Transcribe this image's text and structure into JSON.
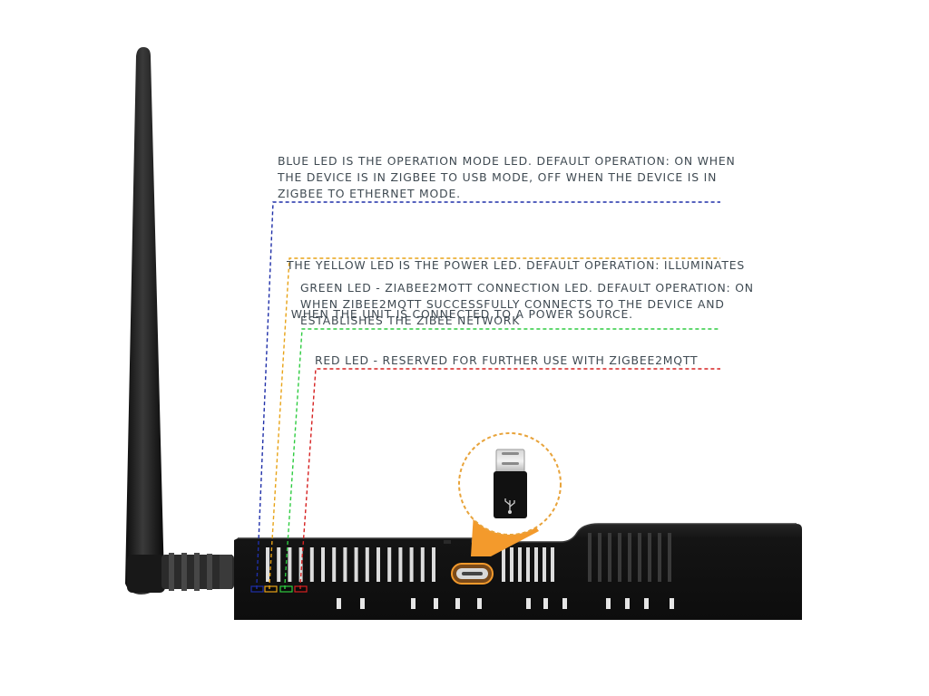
{
  "annotations": [
    {
      "id": "blue",
      "lines": [
        "BLUE LED IS THE OPERATION MODE LED. DEFAULT OPERATION: ON WHEN",
        "THE DEVICE IS IN ZIGBEE TO USB MODE, OFF WHEN THE DEVICE IS IN",
        "ZIGBEE TO ETHERNET MODE."
      ],
      "color": "#1f2fa8"
    },
    {
      "id": "yellow",
      "lines": [
        "THE YELLOW LED IS THE POWER LED. DEFAULT OPERATION: ILLUMINATES",
        " WHEN THE UNIT IS CONNECTED TO A POWER SOURCE."
      ],
      "color": "#e8a317"
    },
    {
      "id": "green",
      "lines": [
        "GREEN LED - ZIABEE2MOTT CONNECTION LED. DEFAULT OPERATION: ON",
        "WHEN ZIBEE2MQTT SUCCESSFULLY CONNECTS TO THE DEVICE AND",
        "ESTABLISHES THE ZIBEE NETWORK"
      ],
      "color": "#2ecc40"
    },
    {
      "id": "red",
      "lines": [
        "RED LED - RESERVED FOR FURTHER USE WITH ZIGBEE2MQTT"
      ],
      "color": "#d62222"
    }
  ],
  "colors": {
    "device_body": "#141414",
    "device_edge": "#2a2a2a",
    "callout": "#f39a2c",
    "callout_ring": "#e8a33a"
  },
  "icons": {
    "usb": "usb-icon",
    "antenna": "antenna-icon",
    "usb_c_plug": "usb-c-plug-icon"
  }
}
